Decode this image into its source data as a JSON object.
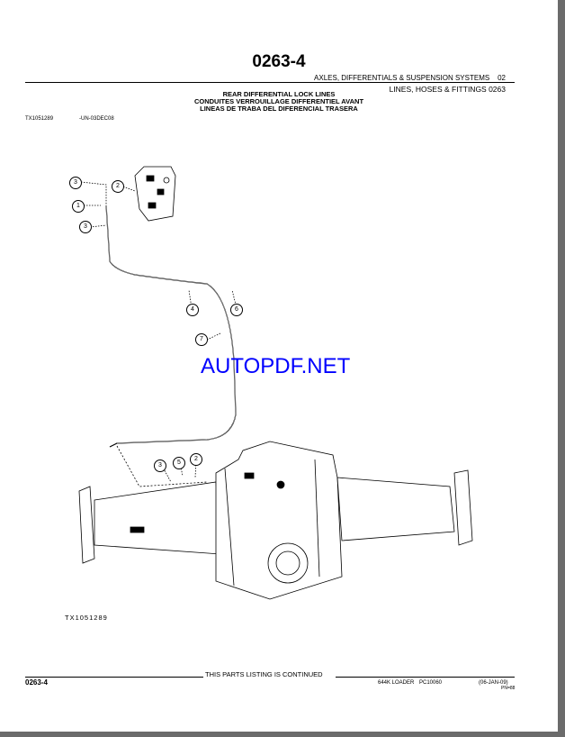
{
  "header": {
    "page_number": "0263-4",
    "section_group": "AXLES, DIFFERENTIALS & SUSPENSION SYSTEMS",
    "section_group_code": "02",
    "section": "LINES, HOSES & FITTINGS 0263"
  },
  "captions": [
    "REAR DIFFERENTIAL LOCK LINES",
    "CONDUITES VERROUILLAGE DIFFERENTIEL AVANT",
    "LINEAS DE TRABA DEL DIFERENCIAL TRASERA"
  ],
  "figure": {
    "ref": "TX1051289",
    "ref_date": "-UN-03DEC08",
    "caption": "TX1051289",
    "callouts": [
      "3",
      "2",
      "1",
      "3",
      "4",
      "6",
      "7",
      "3",
      "5",
      "2"
    ]
  },
  "watermark": "AUTOPDF.NET",
  "footer": {
    "continued": "THIS PARTS LISTING IS CONTINUED",
    "page_number": "0263-4",
    "model": "644K LOADER",
    "catalog": "PC10060",
    "date": "(06-JAN-09)",
    "pn": "PN=88"
  }
}
